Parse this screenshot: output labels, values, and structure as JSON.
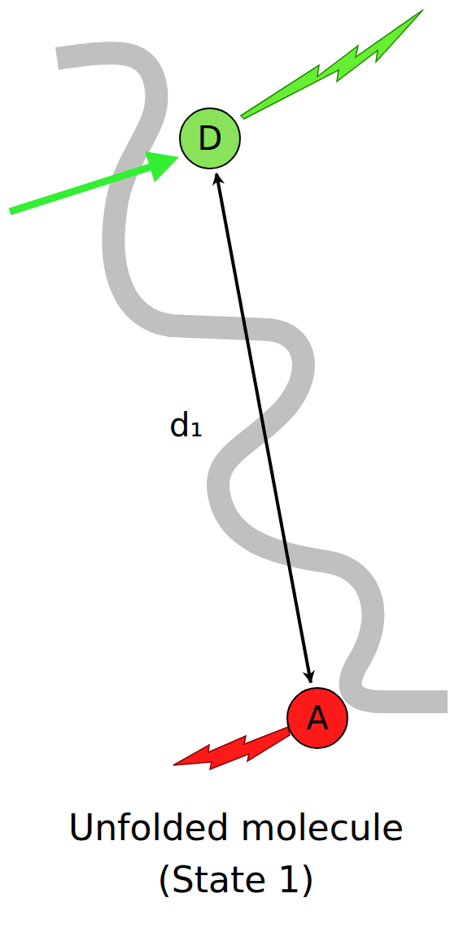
{
  "diagram": {
    "caption": "Unfolded molecule (State 1)",
    "nodes": [
      {
        "text": [
          "D"
        ]
      },
      {
        "text": [
          "A"
        ]
      }
    ],
    "edges": [
      {
        "from": 0,
        "to": 1,
        "arrow": "both",
        "label": "d₁"
      }
    ]
  }
}
